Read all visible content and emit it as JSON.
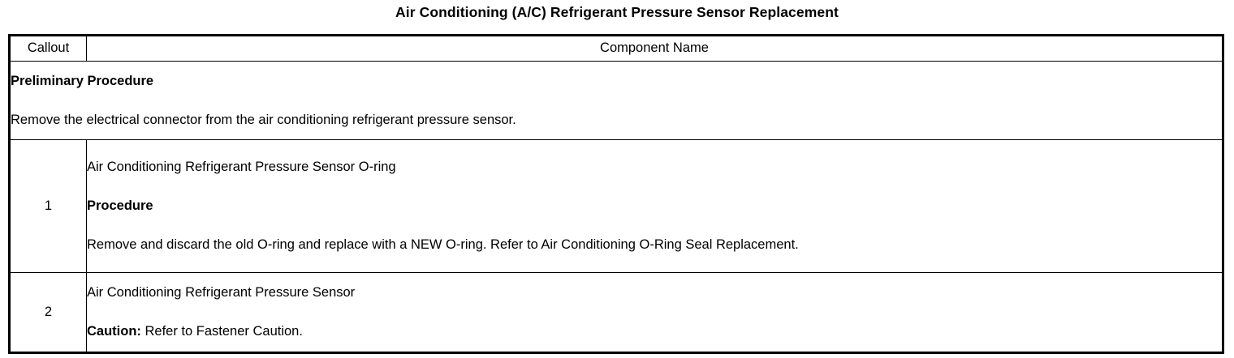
{
  "document": {
    "title": "Air Conditioning (A/C) Refrigerant Pressure Sensor Replacement"
  },
  "table": {
    "headers": {
      "callout": "Callout",
      "component_name": "Component Name"
    },
    "preliminary": {
      "heading": "Preliminary Procedure",
      "text": "Remove the electrical connector from the air conditioning refrigerant pressure sensor."
    },
    "rows": [
      {
        "callout": "1",
        "name": "Air Conditioning Refrigerant Pressure Sensor O-ring",
        "procedure_label": "Procedure",
        "procedure_text": "Remove and discard the old O-ring and replace with a NEW O-ring. Refer to Air Conditioning O-Ring Seal Replacement."
      },
      {
        "callout": "2",
        "name": "Air Conditioning Refrigerant Pressure Sensor",
        "caution_label": "Caution:",
        "caution_text": "Refer to Fastener Caution."
      }
    ]
  }
}
